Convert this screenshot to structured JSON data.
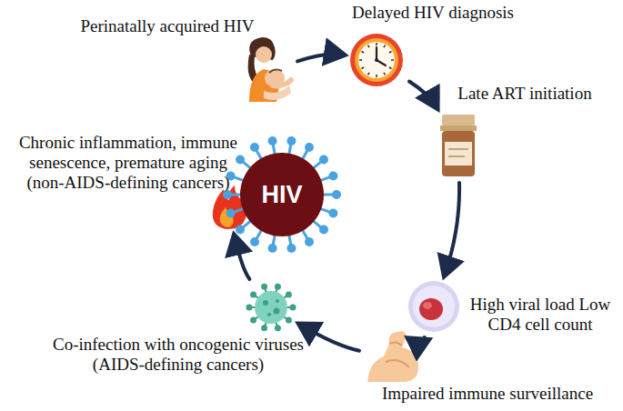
{
  "diagram": {
    "nodes": [
      {
        "text": [
          "Perinatally acquired HIV"
        ]
      },
      {
        "text": [
          "Delayed HIV diagnosis"
        ]
      },
      {
        "text": [
          "Late ART initiation"
        ]
      },
      {
        "text": [
          "High viral load Low CD4 cell count"
        ]
      },
      {
        "text": [
          "Impaired immune surveillance"
        ]
      },
      {
        "text": [
          "Co-infection with oncogenic viruses (AIDS-defining cancers)"
        ]
      },
      {
        "text": [
          "Chronic inflammation, immune senescence, premature aging (non-AIDS-defining cancers)"
        ]
      },
      {
        "text": [
          "HIV"
        ]
      }
    ],
    "edges": [
      {
        "from": 0,
        "to": 1,
        "arrow": "to"
      },
      {
        "from": 1,
        "to": 2,
        "arrow": "to"
      },
      {
        "from": 2,
        "to": 3,
        "arrow": "to"
      },
      {
        "from": 3,
        "to": 4,
        "arrow": "to"
      },
      {
        "from": 4,
        "to": 5,
        "arrow": "to"
      },
      {
        "from": 5,
        "to": 6,
        "arrow": "to"
      }
    ]
  }
}
